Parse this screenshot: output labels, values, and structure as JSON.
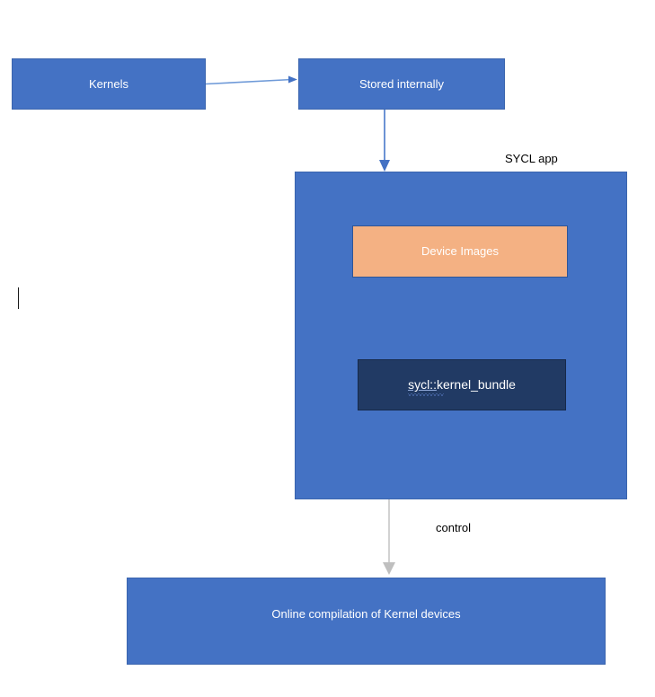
{
  "diagram": {
    "title_label": "SYCL app",
    "boxes": {
      "kernels": {
        "label": "Kernels",
        "fill": "#4472C4",
        "text_color": "#FFFFFF"
      },
      "stored_internally": {
        "label": "Stored internally",
        "fill": "#4472C4",
        "text_color": "#FFFFFF"
      },
      "sycl_app_container": {
        "label": "SYCL app",
        "fill": "#4472C4"
      },
      "device_images": {
        "label": "Device Images",
        "fill": "#F4B183",
        "text_color": "#FFFFFF"
      },
      "kernel_bundle": {
        "label": "sycl::kernel_bundle",
        "label_prefix": "sycl::",
        "label_suffix": "kernel_bundle",
        "fill": "#213A64",
        "text_color": "#FFFFFF"
      },
      "online_compilation": {
        "label": "Online compilation of Kernel devices",
        "fill": "#4472C4",
        "text_color": "#FFFFFF"
      }
    },
    "edges": {
      "kernels_to_stored": {
        "label": "",
        "color": "#5B8FD4"
      },
      "stored_to_sycl_app": {
        "label": "",
        "color": "#4472C4"
      },
      "device_images_to_kernel_bundle": {
        "label": "",
        "color": "#D9D9D9"
      },
      "kernel_bundle_to_online_compilation": {
        "label": "control",
        "color": "#BFBFBF"
      }
    },
    "caret": {
      "visible": true
    }
  }
}
